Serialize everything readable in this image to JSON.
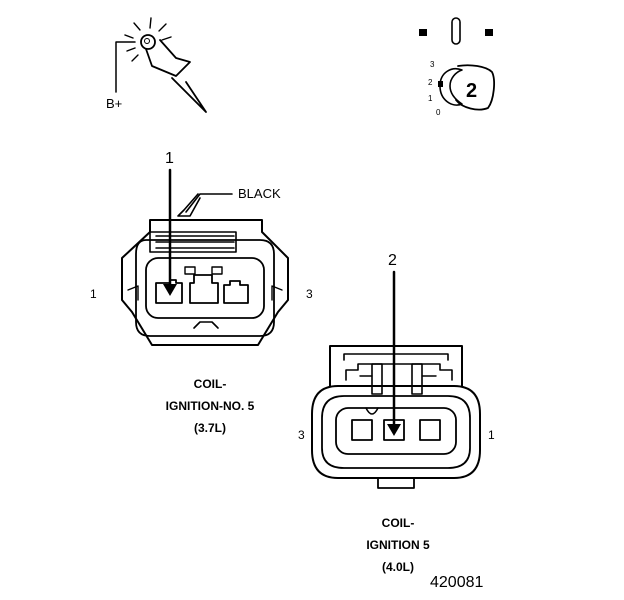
{
  "test_light": {
    "label": "B+"
  },
  "ignition_key": {
    "positions": [
      "3",
      "2",
      "1",
      "0"
    ],
    "selected": "2",
    "icon": "ignition-key-icon"
  },
  "connector_37": {
    "callout": "1",
    "wire_label": "BLACK",
    "pin_left": "1",
    "pin_right": "3",
    "caption_line1": "COIL-",
    "caption_line2": "IGNITION-NO. 5",
    "caption_line3": "(3.7L)"
  },
  "connector_40": {
    "callout": "2",
    "pin_left": "3",
    "pin_right": "1",
    "caption_line1": "COIL-",
    "caption_line2": "IGNITION 5",
    "caption_line3": "(4.0L)"
  },
  "figure_id": "420081"
}
